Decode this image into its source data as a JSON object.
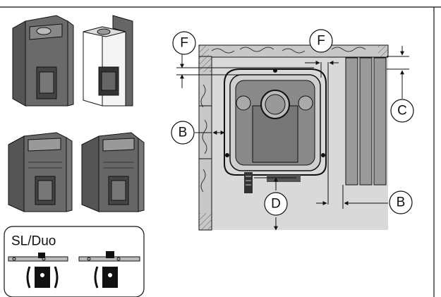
{
  "variant_box": {
    "label": "SL/Duo"
  },
  "callouts": {
    "f_top_left": "F",
    "f_top_mid": "F",
    "c_right": "C",
    "b_left": "B",
    "b_bottom_right": "B",
    "d_bottom": "D"
  },
  "colors": {
    "ink": "#111111",
    "floor": "#d9d9d9",
    "wall": "#c8c8c8",
    "heater_body": "#8a8a8a",
    "bench": "#9a9a9a"
  },
  "icons": [
    "stove-illustration",
    "heater-top-view",
    "bench-boards",
    "mounting-bracket-icon"
  ]
}
